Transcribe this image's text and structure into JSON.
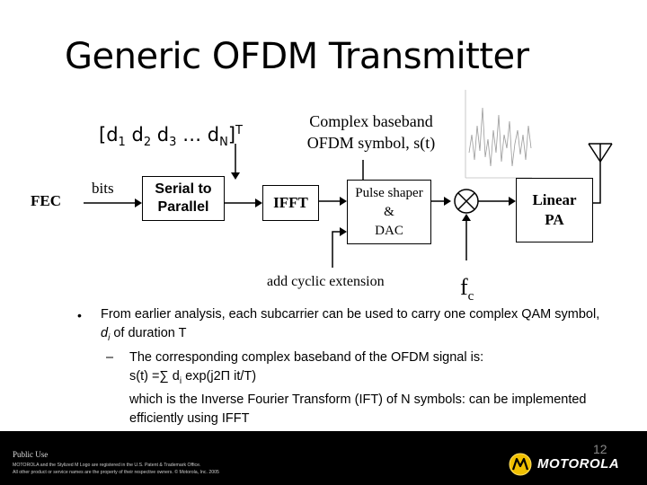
{
  "title": "Generic OFDM Transmitter",
  "diagram": {
    "data_vector": {
      "open": "[d",
      "s1": "1",
      "d2": " d",
      "s2": "2",
      "d3": " d",
      "s3": "3",
      "ellipsis": " … d",
      "sN": "N",
      "close": "]",
      "sup": "T"
    },
    "complex_label": {
      "line1": "Complex baseband",
      "line2": "OFDM symbol, s(t)"
    },
    "fec": "FEC",
    "bits": "bits",
    "serial_to_parallel": {
      "line1": "Serial to",
      "line2": "Parallel"
    },
    "ifft": "IFFT",
    "pulse_shaper": {
      "line1": "Pulse shaper",
      "line2": "&",
      "line3": "DAC"
    },
    "linear_pa": {
      "line1": "Linear",
      "line2": "PA"
    },
    "cyclic": "add cyclic extension",
    "fc": {
      "f": "f",
      "sub": "c"
    }
  },
  "bullets": {
    "b1_pre": "From earlier analysis, each subcarrier can be used to carry one complex QAM symbol, ",
    "b1_d": "d",
    "b1_i": "i",
    "b1_post": " of duration T",
    "b2_line1": "The corresponding complex baseband of the OFDM signal is:",
    "b2_eq_pre": "s(t) =∑ d",
    "b2_eq_sub": "i",
    "b2_eq_post": " exp(j2Π it/T)",
    "b2_line3": "which is the Inverse Fourier Transform (IFT) of N symbols: can be implemented efficiently using IFFT"
  },
  "footer": {
    "public_use": "Public Use",
    "legal1": "MOTOROLA and the Stylized M Logo are registered in the U.S. Patent & Trademark Office.",
    "legal2": "All other product or service names are the property of their respective owners. © Motorola, Inc. 2005",
    "page_number": "12",
    "brand": "MOTOROLA"
  }
}
